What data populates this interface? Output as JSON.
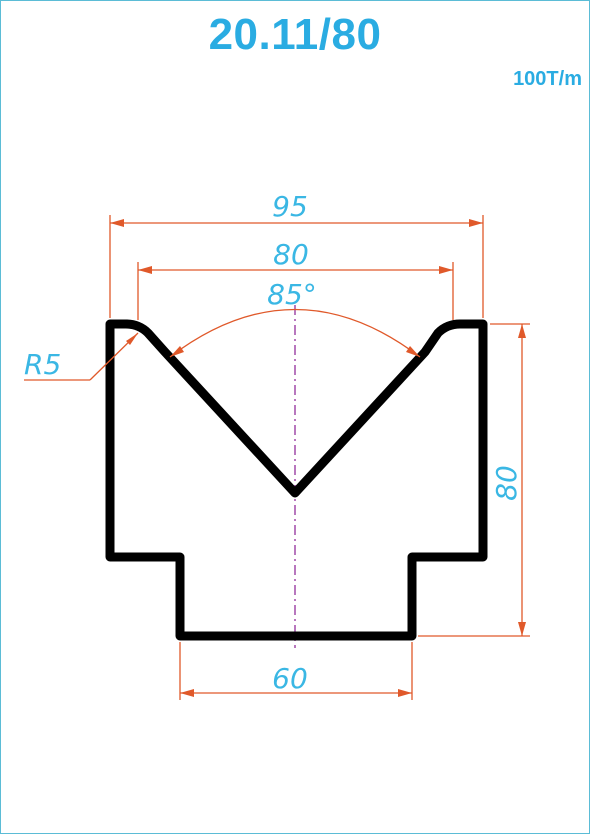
{
  "header": {
    "title": "20.11/80",
    "tonnage": "100T/m"
  },
  "dimensions": {
    "outer_width": "95",
    "v_opening": "80",
    "v_angle": "85°",
    "radius": "R5",
    "height": "80",
    "tang_width": "60"
  },
  "colors": {
    "title": "#2aace2",
    "dimension_text": "#3ab7e4",
    "dimension_line": "#e0592a",
    "profile": "#000000",
    "centerline": "#a04aa8",
    "frame": "#5bbcd6"
  }
}
